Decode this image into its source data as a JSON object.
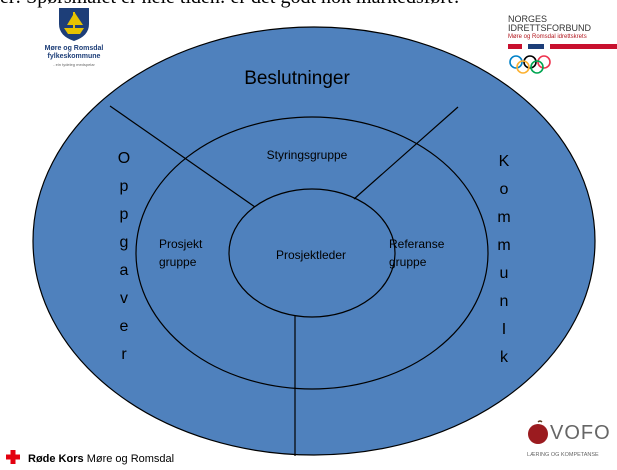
{
  "header_text": "er: Spørsmålet er hele tiden: er det godt nok markedsført?",
  "logos": {
    "more_romsdal": {
      "line1": "Møre og Romsdal",
      "line2": "fylkeskommune",
      "tagline": "- ein tydeleg medspelar"
    },
    "nif": {
      "line1": "NORGES",
      "line2": "IDRETTSFORBUND",
      "line3": "Møre og Romsdal idrettskrets"
    },
    "rode_kors": {
      "bold": "Røde Kors",
      "rest": "Møre og Romsdal"
    },
    "vofo": {
      "word": "VOFO",
      "sub": "LÆRING OG KOMPETANSE"
    }
  },
  "diagram": {
    "outer_top": "Beslutninger",
    "left_letters": [
      "O",
      "p",
      "p",
      "g",
      "a",
      "v",
      "e",
      "r"
    ],
    "right_letters": [
      "K",
      "o",
      "m",
      "m",
      "u",
      "n",
      "I",
      "k"
    ],
    "middle_top": "Styringsgruppe",
    "middle_left": [
      "Prosjekt",
      "gruppe"
    ],
    "middle_right": [
      "Referanse",
      "gruppe"
    ],
    "center": "Prosjektleder"
  },
  "colors": {
    "fill": "#4f81bd",
    "stroke": "#000000",
    "nif_red": "#c8102e",
    "rk_red": "#e3000f",
    "vofo_apple": "#9b1b1f"
  }
}
